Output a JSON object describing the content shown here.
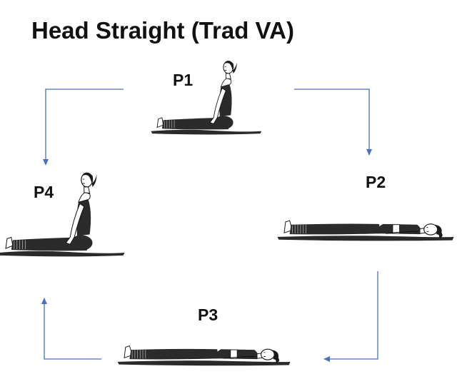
{
  "title": "Head Straight (Trad VA)",
  "colors": {
    "arrow": "#4472C4",
    "ink": "#111111",
    "clothing": "#2b2b2b",
    "skin": "#ffffff",
    "ground": "#333333"
  },
  "positions": [
    {
      "label": "P1",
      "pose": "sitting",
      "facing": "left",
      "figure": "woman-sitting-legs-extended"
    },
    {
      "label": "P2",
      "pose": "supine",
      "facing": "left",
      "figure": "woman-lying-supine"
    },
    {
      "label": "P3",
      "pose": "supine",
      "facing": "left",
      "figure": "woman-lying-supine"
    },
    {
      "label": "P4",
      "pose": "sitting",
      "facing": "left",
      "figure": "woman-sitting-legs-extended"
    }
  ],
  "arrows": [
    {
      "from": "P1",
      "to": "P2",
      "icon": "elbow-arrow-icon"
    },
    {
      "from": "P2",
      "to": "P3",
      "icon": "elbow-arrow-icon"
    },
    {
      "from": "P3",
      "to": "P4",
      "icon": "elbow-arrow-icon"
    },
    {
      "from": "P1",
      "to": "P4",
      "icon": "elbow-arrow-icon"
    }
  ]
}
